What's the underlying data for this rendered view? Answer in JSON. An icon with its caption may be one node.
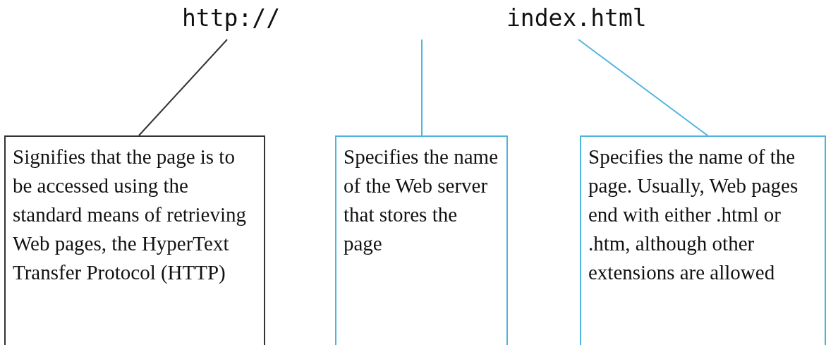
{
  "diagram": {
    "nodes": [
      {
        "text": [
          "http://"
        ]
      },
      {
        "text": [
          "index.html"
        ]
      },
      {
        "text": [
          "Signifies that the page is to be accessed using the standard means of retrieving Web pages, the HyperText Transfer Protocol (HTTP)"
        ]
      },
      {
        "text": [
          "Specifies the name of the Web server that stores the page"
        ]
      },
      {
        "text": [
          "Specifies the name of the page. Usually, Web pages end with either .html or .htm, although other extensions are allowed"
        ]
      }
    ],
    "edges": [
      {
        "from": 0,
        "to": 2,
        "arrow": "none",
        "color": "#333333"
      },
      {
        "from": null,
        "to": 3,
        "arrow": "none"
      },
      {
        "from": 1,
        "to": 4,
        "arrow": "none"
      }
    ]
  }
}
